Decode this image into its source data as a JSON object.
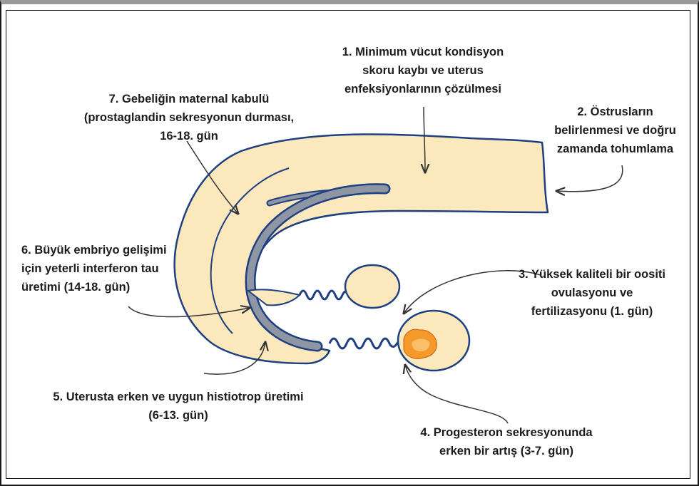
{
  "colors": {
    "uterus_fill": "#fce8bd",
    "uterus_outline": "#1e3f82",
    "lumen": "#8e96a4",
    "ovary_fill": "#fce8bd",
    "corpus_luteum": "#f59a2a",
    "arrow": "#333333",
    "text": "#1c1c1c"
  },
  "labels": {
    "step1": "1. Minimum vücut kondisyon\nskoru kaybı ve uterus\nenfeksiyonlarının çözülmesi",
    "step2": "2. Östrusların\nbelirlenmesi ve doğru\nzamanda tohumlama",
    "step3": "3. Yüksek kaliteli bir oositi\novulasyonu ve\nfertilizasyonu (1. gün)",
    "step4": "4. Progesteron sekresyonunda\nerken bir artış (3-7. gün)",
    "step5": "5. Uterusta erken ve uygun histiotrop üretimi\n(6-13. gün)",
    "step6": "6. Büyük embriyo gelişimi\niçin yeterli interferon tau\nüretimi (14-18. gün)",
    "step7": "7. Gebeliğin maternal kabulü\n(prostaglandin sekresyonun durması,\n16-18. gün"
  }
}
